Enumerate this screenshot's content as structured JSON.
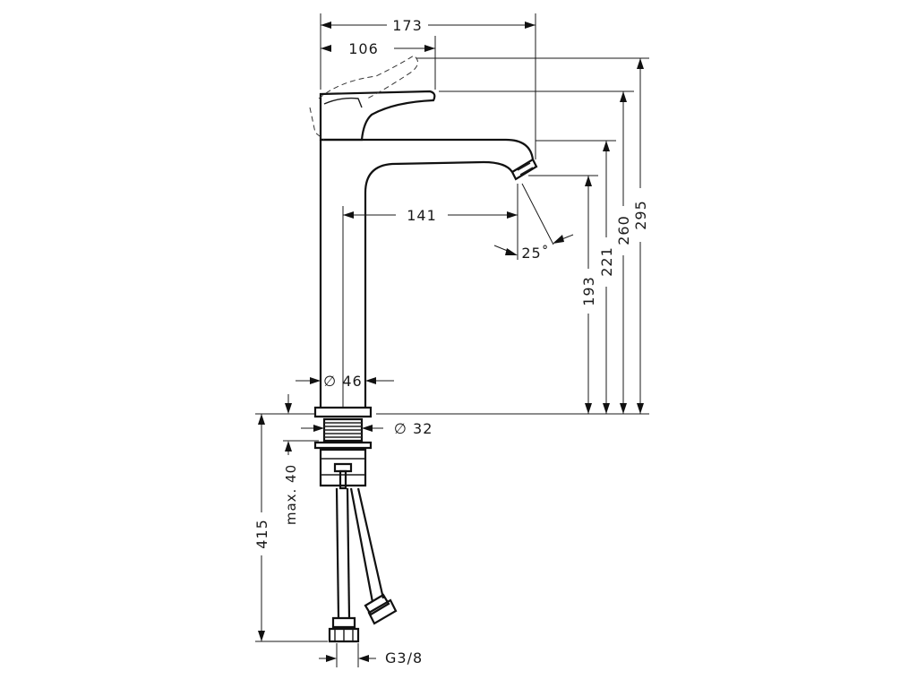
{
  "dimensions": {
    "width_total": "173",
    "width_lever": "106",
    "spout_reach": "141",
    "angle": "25˚",
    "height_spout_outlet": "193",
    "height_spout_top": "221",
    "height_lever": "260",
    "height_total": "295",
    "body_diameter": "∅ 46",
    "thread_diameter": "∅ 32",
    "max_thickness": "max. 40",
    "below_deck": "415",
    "connection": "G3/8"
  }
}
